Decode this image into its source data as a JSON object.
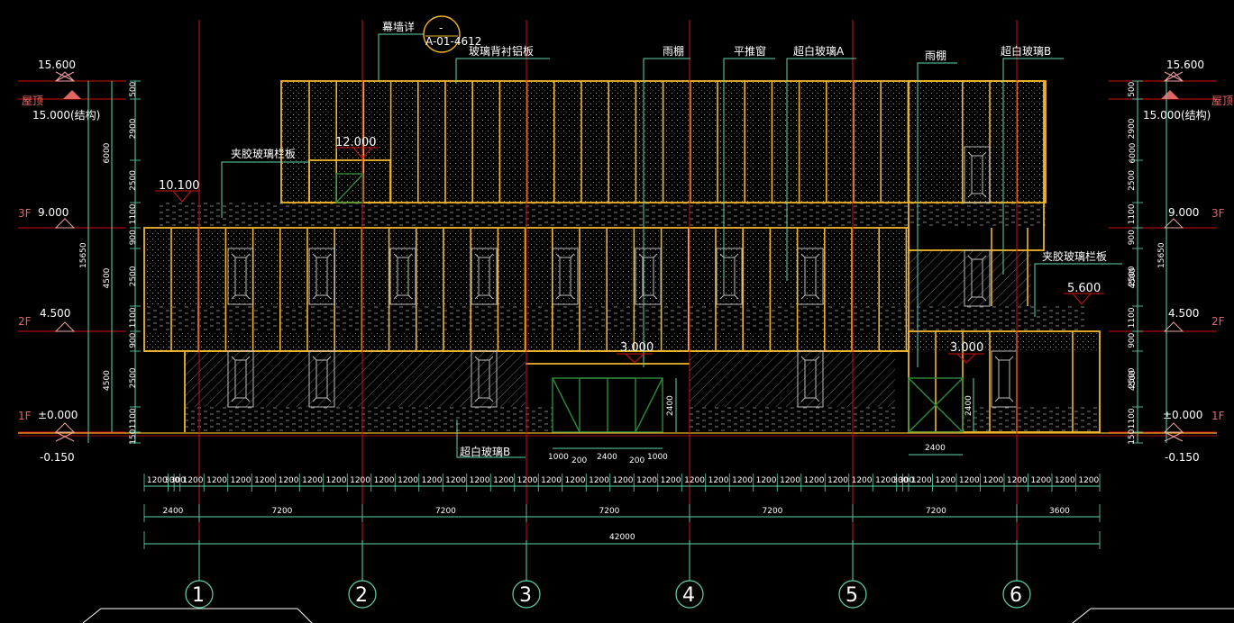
{
  "colors": {
    "background": "#000000",
    "facade": "#f0b429",
    "axis": "#d01010",
    "dimension": "#5fd3b0",
    "level_text": "#e06666",
    "glass_green": "#2e8b3a"
  },
  "callouts": {
    "curtain_wall_detail": "幕墙详",
    "detail_ref_top": "-",
    "detail_ref_bottom": "A-01-4612",
    "glass_backed_alu": "玻璃背衬铝板",
    "canopy_1": "雨棚",
    "sliding_window": "平推窗",
    "ultra_white_a": "超白玻璃A",
    "canopy_2": "雨棚",
    "ultra_white_b_top": "超白玻璃B",
    "laminated_railing_left": "夹胶玻璃栏板",
    "laminated_railing_right": "夹胶玻璃栏板",
    "ultra_white_b_bottom": "超白玻璃B"
  },
  "elevations": {
    "e12000": "12.000",
    "e10100": "10.100",
    "e5600": "5.600",
    "e3000_left": "3.000",
    "e3000_right": "3.000"
  },
  "levels_left": {
    "roof_top": "15.600",
    "roof_label": "屋顶",
    "roof_struct": "15.000(结构)",
    "f3_label": "3F",
    "f3_value": "9.000",
    "f2_label": "2F",
    "f2_value": "4.500",
    "f1_label": "1F",
    "f1_value": "±0.000",
    "ground": "-0.150"
  },
  "levels_right": {
    "roof_top": "15.600",
    "roof_label": "屋顶",
    "roof_struct": "15.000(结构)",
    "f3_label": "3F",
    "f3_value": "9.000",
    "f2_label": "2F",
    "f2_value": "4.500",
    "f1_label": "1F",
    "f1_value": "±0.000",
    "ground": "-0.150"
  },
  "vertical_dims_left": {
    "segments": [
      "500",
      "2900",
      "2500",
      "1100",
      "900",
      "2500",
      "1100",
      "900",
      "2500",
      "1100",
      "150"
    ],
    "floor_dims": [
      "6000",
      "4500",
      "4500"
    ],
    "total": "15650"
  },
  "vertical_dims_right": {
    "segments": [
      "500",
      "2900",
      "2500",
      "1100",
      "900",
      "2500",
      "1100",
      "900",
      "2500",
      "1100",
      "150"
    ],
    "floor_dims": [
      "6000",
      "4500",
      "4500"
    ],
    "total": "15650"
  },
  "door_dims": {
    "main": [
      "1000",
      "200",
      "2400",
      "200",
      "1000"
    ],
    "main_height": "2400",
    "side_width": "2400",
    "side_height": "2400"
  },
  "horizontal_dims": {
    "modules": [
      "1200",
      "300",
      "300",
      "1200",
      "1200",
      "1200",
      "1200",
      "1200",
      "1200",
      "1200",
      "1200",
      "1200",
      "1200",
      "1200",
      "1200",
      "1200",
      "1200",
      "1200",
      "1200",
      "1200",
      "1200",
      "1200",
      "1200",
      "1200",
      "1200",
      "1200",
      "1200",
      "1200",
      "1200",
      "1200",
      "1200",
      "1200",
      "1200",
      "300",
      "300",
      "1200",
      "1200",
      "1200",
      "1200",
      "1200",
      "1200",
      "1200",
      "1200"
    ],
    "bays": [
      "2400",
      "7200",
      "7200",
      "7200",
      "7200",
      "7200",
      "3600"
    ],
    "total": "42000"
  },
  "axes": [
    "1",
    "2",
    "3",
    "4",
    "5",
    "6"
  ]
}
